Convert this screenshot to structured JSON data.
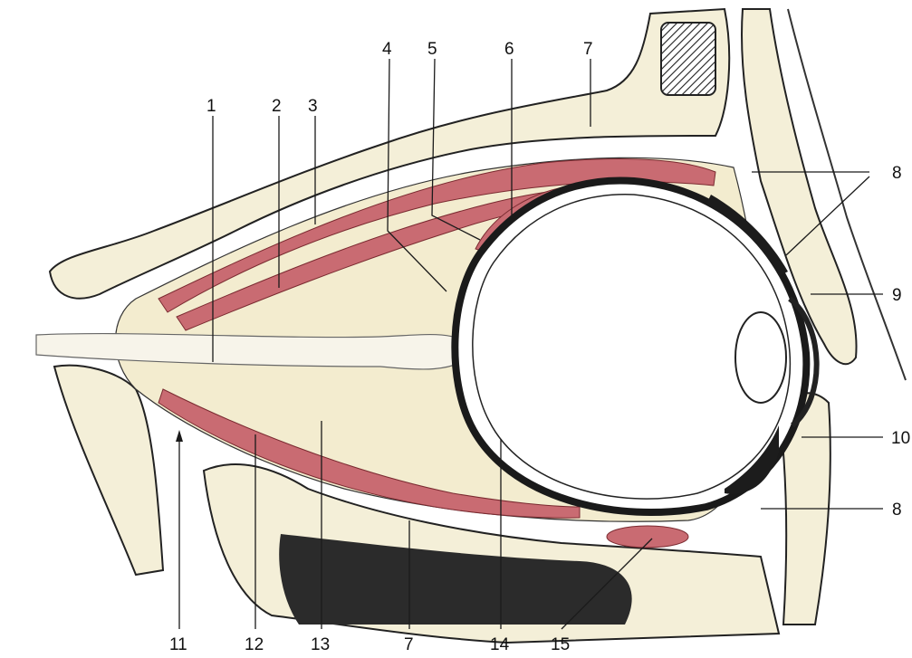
{
  "diagram": {
    "labels": [
      {
        "id": "l1",
        "text": "1"
      },
      {
        "id": "l2",
        "text": "2"
      },
      {
        "id": "l3",
        "text": "3"
      },
      {
        "id": "l4",
        "text": "4"
      },
      {
        "id": "l5",
        "text": "5"
      },
      {
        "id": "l6",
        "text": "6"
      },
      {
        "id": "l7a",
        "text": "7"
      },
      {
        "id": "l8a",
        "text": "8"
      },
      {
        "id": "l9",
        "text": "9"
      },
      {
        "id": "l10",
        "text": "10"
      },
      {
        "id": "l8b",
        "text": "8"
      },
      {
        "id": "l11",
        "text": "11"
      },
      {
        "id": "l12",
        "text": "12"
      },
      {
        "id": "l13",
        "text": "13"
      },
      {
        "id": "l7b",
        "text": "7"
      },
      {
        "id": "l14",
        "text": "14"
      },
      {
        "id": "l15",
        "text": "15"
      }
    ],
    "colors": {
      "muscle": "#c96b72",
      "fat": "#f3eccf",
      "bone_dots": "#1c1c1c",
      "outline": "#222222"
    }
  }
}
